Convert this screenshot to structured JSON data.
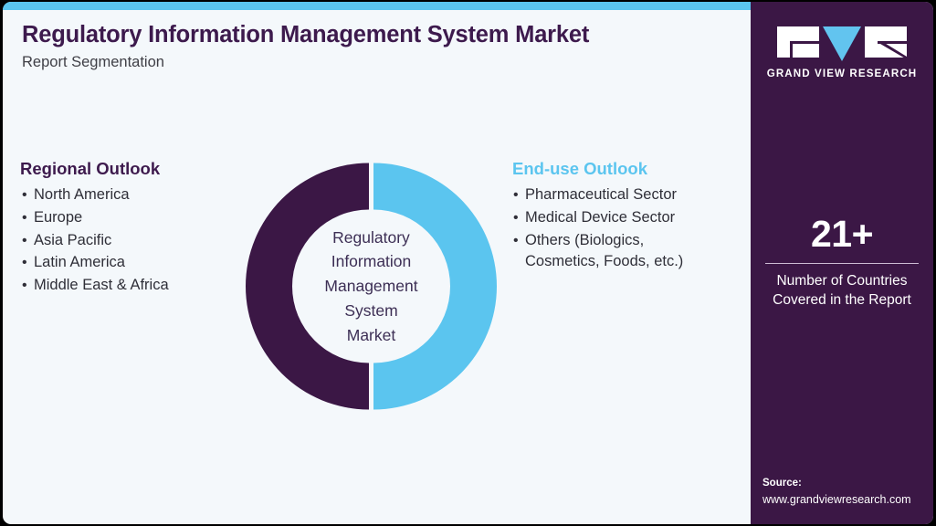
{
  "colors": {
    "accent_blue": "#5bc5ef",
    "dark_purple": "#3b1745",
    "title_purple": "#3d1a4d",
    "panel_bg": "#f4f8fb",
    "outer_bg": "#000000",
    "body_text": "#2f2f38"
  },
  "header": {
    "title": "Regulatory Information Management System Market",
    "subtitle": "Report Segmentation"
  },
  "regional": {
    "heading": "Regional Outlook",
    "items": [
      "North America",
      "Europe",
      "Asia Pacific",
      "Latin America",
      "Middle East & Africa"
    ]
  },
  "enduse": {
    "heading": "End-use Outlook",
    "items": [
      {
        "line1": "Pharmaceutical Sector",
        "line2": ""
      },
      {
        "line1": "Medical Device Sector",
        "line2": ""
      },
      {
        "line1": "Others (Biologics,",
        "line2": "Cosmetics, Foods, etc.)"
      }
    ]
  },
  "donut": {
    "center_lines": [
      "Regulatory",
      "Information",
      "Management",
      "System",
      "Market"
    ]
  },
  "sidebar": {
    "logo_word": "GRAND VIEW RESEARCH",
    "stat_number": "21+",
    "stat_label_lines": [
      "Number of Countries",
      "Covered in the Report"
    ],
    "source_title": "Source:",
    "source_url": "www.grandviewresearch.com"
  },
  "chart_data": {
    "type": "pie",
    "title": "Regulatory Information Management System Market",
    "subtitle": "Report Segmentation",
    "categories": [
      "Regional Outlook",
      "End-use Outlook"
    ],
    "values": [
      50,
      50
    ],
    "colors": [
      "#3b1745",
      "#5bc5ef"
    ],
    "legend": "none",
    "center_label": "Regulatory Information Management System Market",
    "inner_radius_ratio": 0.63,
    "segment_gap_deg": 2
  }
}
